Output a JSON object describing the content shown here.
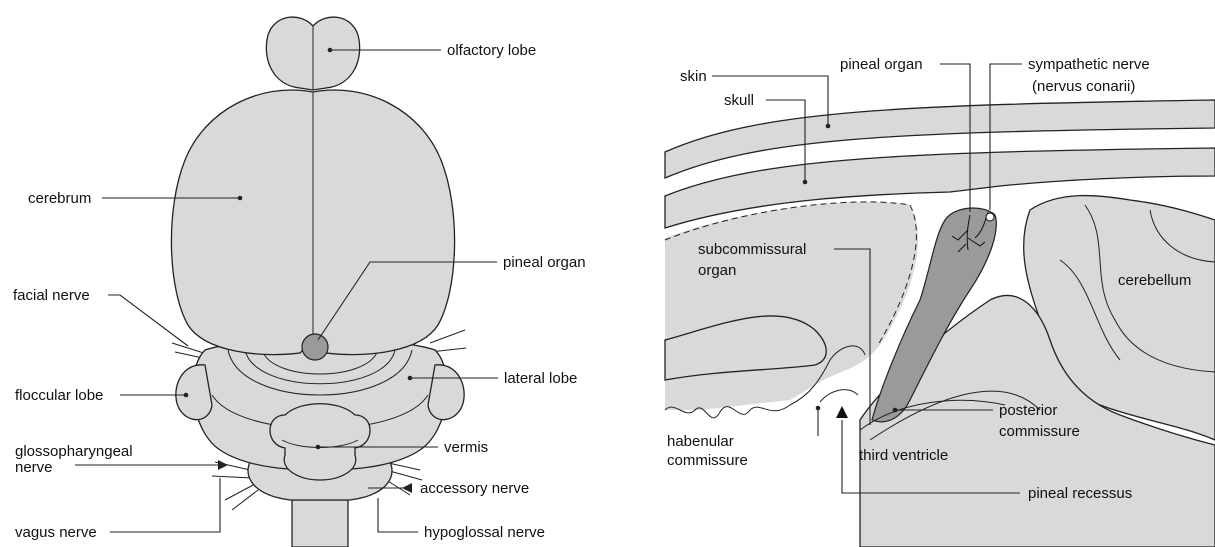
{
  "colors": {
    "tissue": "#d9d9d9",
    "pineal": "#9a9a9a",
    "outline": "#222222",
    "background": "#ffffff"
  },
  "dorsal_view": {
    "labels": {
      "olfactory_lobe": "olfactory lobe",
      "cerebrum": "cerebrum",
      "pineal_organ": "pineal organ",
      "facial_nerve": "facial nerve",
      "floccular_lobe": "floccular lobe",
      "lateral_lobe": "lateral lobe",
      "glossopharyngeal_line1": "glossopharyngeal",
      "glossopharyngeal_line2": "nerve",
      "vermis": "vermis",
      "accessory_nerve": "accessory nerve",
      "vagus_nerve": "vagus nerve",
      "hypoglossal_nerve": "hypoglossal nerve"
    }
  },
  "sagittal_section": {
    "labels": {
      "skin": "skin",
      "skull": "skull",
      "pineal_organ": "pineal organ",
      "sympathetic_nerve_line1": "sympathetic nerve",
      "sympathetic_nerve_line2": "(nervus conarii)",
      "subcommissural_line1": "subcommissural",
      "subcommissural_line2": "organ",
      "cerebellum": "cerebellum",
      "habenular_line1": "habenular",
      "habenular_line2": "commissure",
      "third_ventricle": "third ventricle",
      "posterior_line1": "posterior",
      "posterior_line2": "commissure",
      "pineal_recessus": "pineal recessus"
    }
  }
}
